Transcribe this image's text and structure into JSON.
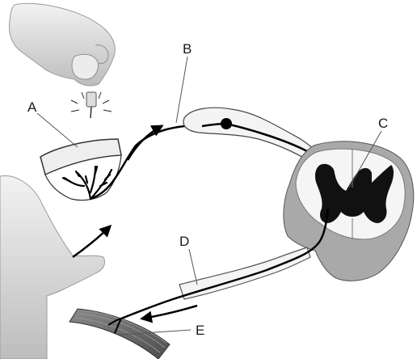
{
  "labels": {
    "a": "A",
    "b": "B",
    "c": "C",
    "d": "D",
    "e": "E"
  },
  "colors": {
    "line": "#000000",
    "skin": "#d9d9d9",
    "skin_dark": "#8c8c8c",
    "grey_matter": "#111111",
    "spinal_outer": "#a9a9a9",
    "muscle": "#6e6e6e",
    "nerve_sheath": "#f4f4f4"
  }
}
